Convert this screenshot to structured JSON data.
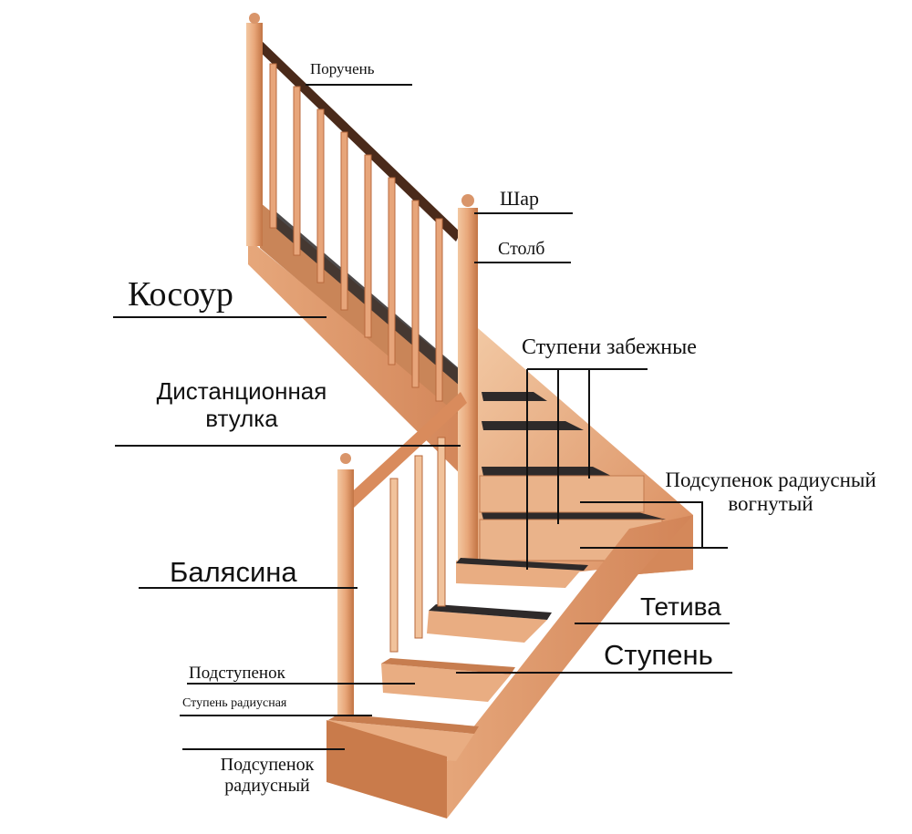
{
  "labels": {
    "poruchen": "Поручень",
    "shar": "Шар",
    "stolb": "Столб",
    "kosour": "Косоур",
    "stupeni_zabezhnye": "Ступени забежные",
    "distancionnaya_line1": "Дистанционная",
    "distancionnaya_line2": "втулка",
    "podsupenok_radiusnyi_vognutyi_line1": "Подсупенок радиусный",
    "podsupenok_radiusnyi_vognutyi_line2": "вогнутый",
    "balyasina": "Балясина",
    "tetiva": "Тетива",
    "stupen": "Ступень",
    "podstupenok": "Подступенок",
    "stupen_radiusnaya": "Ступень радиусная",
    "podsupenok_radiusnyi_line1": "Подсупенок",
    "podsupenok_radiusnyi_line2": "радиусный"
  },
  "colors": {
    "wood_light": "#f0c09a",
    "wood_mid": "#e3a173",
    "wood_dark": "#c97b4b",
    "wood_shadow": "#9a5530",
    "tread_dark": "#2e2a2a",
    "leader": "#111111"
  }
}
